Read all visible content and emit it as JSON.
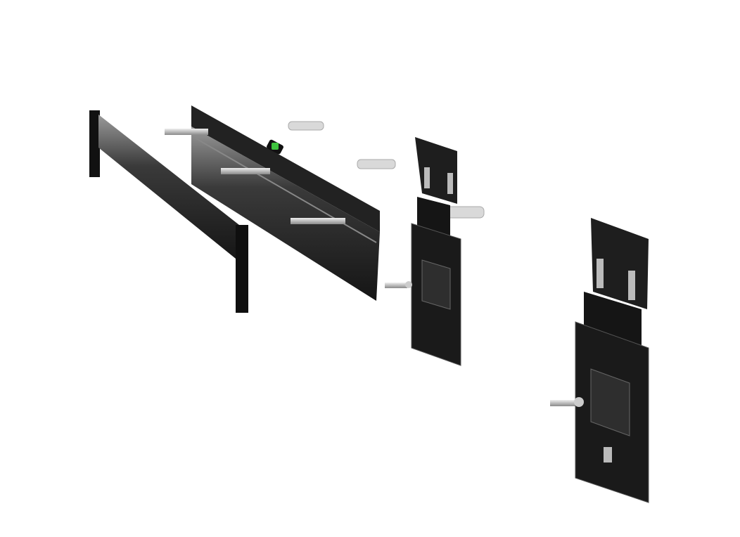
{
  "colors": {
    "background": "#ffffff",
    "metal_dark": "#1c1c1c",
    "metal_face": "#3a3a3a",
    "metal_highlight": "#8a8a8a",
    "screw": "#b8b8b8",
    "anchor": "#d9d9d9",
    "level_bubble": "#3ec43e"
  },
  "scene": {
    "parts": [
      "spacer-bar",
      "wall-rail",
      "bracket-left",
      "bracket-right"
    ]
  }
}
